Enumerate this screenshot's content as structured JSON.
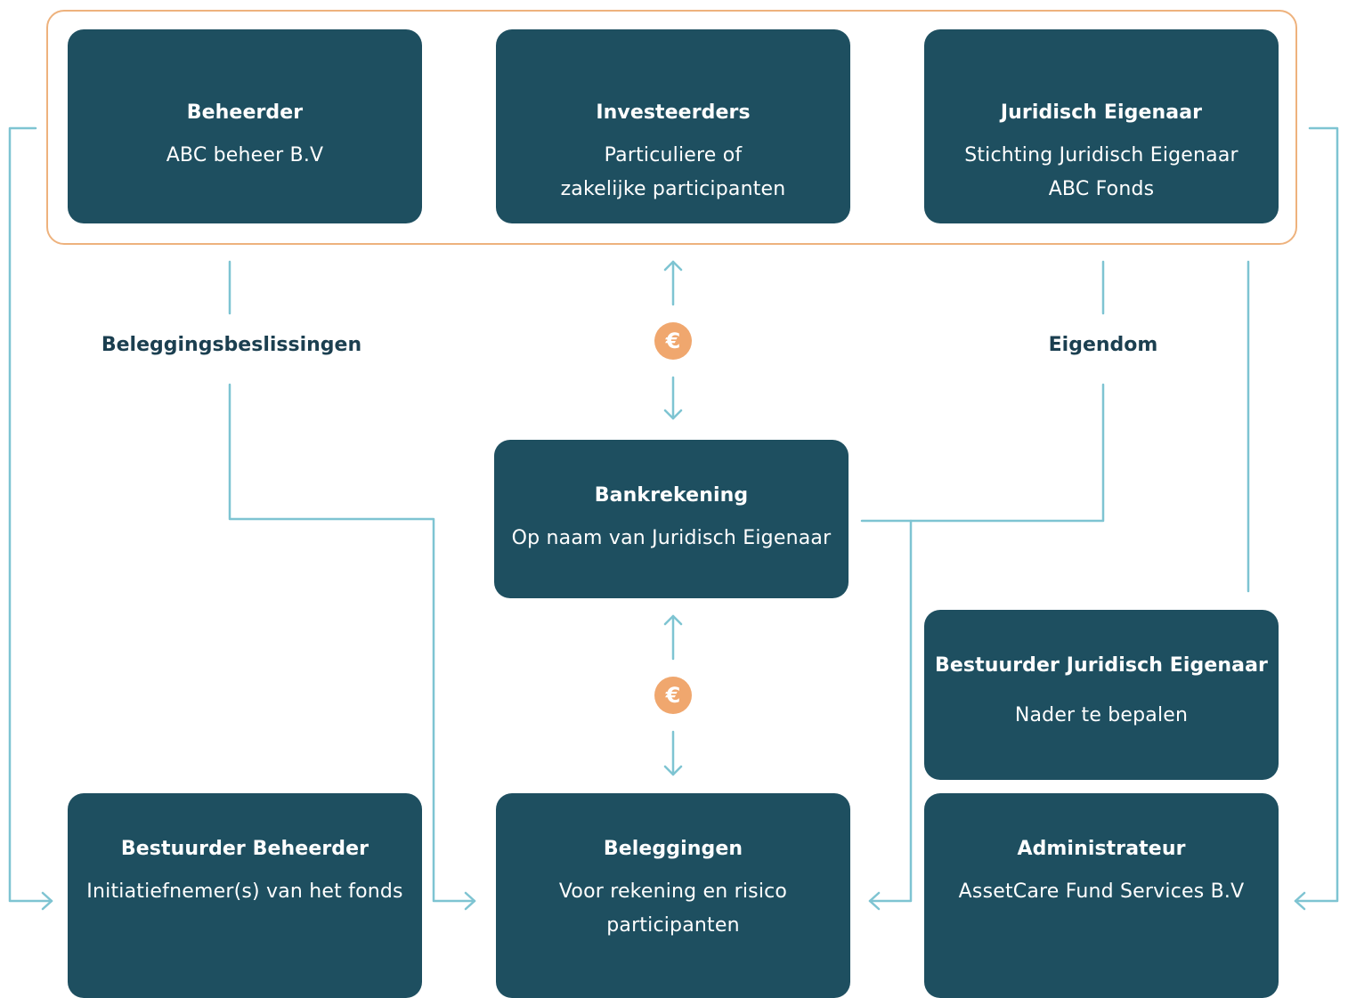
{
  "colors": {
    "box": "#1e4f60",
    "box_text": "#ffffff",
    "connector": "#7ec4d2",
    "group_border": "#eeb27d",
    "euro_badge": "#f0a76e",
    "edge_label": "#1b3f50"
  },
  "nodes": {
    "beheerder": {
      "title": "Beheerder",
      "subtitle": "ABC beheer B.V"
    },
    "investeerders": {
      "title": "Investeerders",
      "subtitle": "Particuliere of\nzakelijke participanten"
    },
    "juridisch_eigenaar": {
      "title": "Juridisch Eigenaar",
      "subtitle": "Stichting Juridisch Eigenaar\nABC Fonds"
    },
    "bankrekening": {
      "title": "Bankrekening",
      "subtitle": "Op naam van Juridisch Eigenaar"
    },
    "bestuurder_juridisch_eigenaar": {
      "title": "Bestuurder Juridisch Eigenaar",
      "subtitle": "Nader te bepalen"
    },
    "bestuurder_beheerder": {
      "title": "Bestuurder Beheerder",
      "subtitle": "Initiatiefnemer(s) van het fonds"
    },
    "beleggingen": {
      "title": "Beleggingen",
      "subtitle": "Voor rekening en risico\nparticipanten"
    },
    "administrateur": {
      "title": "Administrateur",
      "subtitle": "AssetCare Fund Services B.V"
    }
  },
  "edge_labels": {
    "beleggingsbeslissingen": "Beleggingsbeslissingen",
    "eigendom": "Eigendom"
  },
  "badges": {
    "euro_top": {
      "symbol": "€",
      "icon": "euro-icon"
    },
    "euro_bottom": {
      "symbol": "€",
      "icon": "euro-icon"
    }
  }
}
